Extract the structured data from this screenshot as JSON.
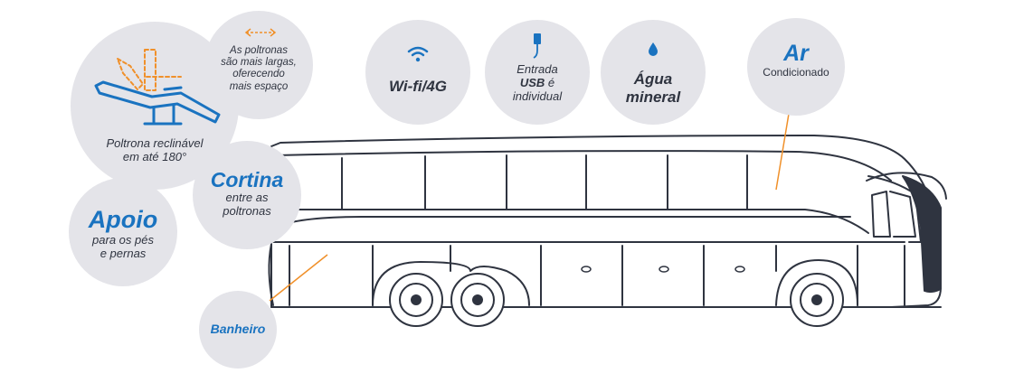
{
  "features": {
    "reclining": {
      "label_line1": "Poltrona reclinável",
      "label_line2": "em até 180°"
    },
    "wide_seats": {
      "line1": "As poltronas",
      "line2": "são mais largas,",
      "line3": "oferecendo",
      "line4": "mais espaço"
    },
    "support": {
      "title": "Apoio",
      "line1": "para os pés",
      "line2": "e pernas"
    },
    "curtain": {
      "title": "Cortina",
      "line1": "entre as",
      "line2": "poltronas"
    },
    "bathroom": {
      "label": "Banheiro"
    },
    "wifi": {
      "label": "Wi-fi/4G"
    },
    "usb": {
      "line1": "Entrada",
      "line2_bold": "USB",
      "line2_rest": " é",
      "line3": "individual"
    },
    "water": {
      "line1": "Água",
      "line2": "mineral"
    },
    "air": {
      "title": "Ar",
      "subtitle": "Condicionado"
    }
  },
  "icons": [
    "seat-icon",
    "arrows-icon",
    "wifi-icon",
    "usb-icon",
    "water-drop-icon"
  ],
  "colors": {
    "bubble": "#e4e4e9",
    "accent_blue": "#1a73c0",
    "accent_orange": "#f0902a",
    "outline": "#2f3440",
    "text": "#2f3440"
  }
}
